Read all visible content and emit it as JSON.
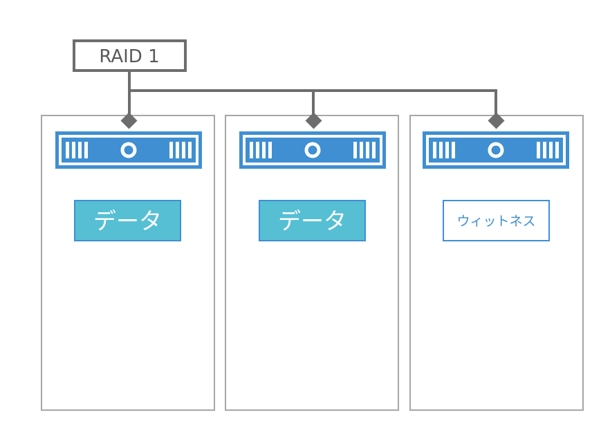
{
  "raid_label": "RAID 1",
  "colors": {
    "connector": "#6d6d6f",
    "disk_bar": "#3f8fd2",
    "node_border": "#a6a6a6",
    "data_fill": "#56bfd4",
    "data_border": "#3f8fd2",
    "witness_border": "#3f8fd2",
    "witness_text": "#3f8fd2"
  },
  "nodes": [
    {
      "role_label": "データ",
      "role_type": "data",
      "disk_icon": "disk-drive-icon"
    },
    {
      "role_label": "データ",
      "role_type": "data",
      "disk_icon": "disk-drive-icon"
    },
    {
      "role_label": "ウィットネス",
      "role_type": "witness",
      "disk_icon": "disk-drive-icon"
    }
  ]
}
